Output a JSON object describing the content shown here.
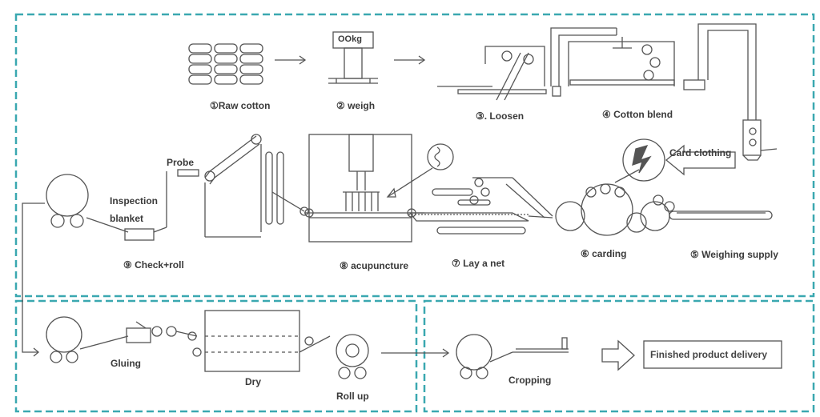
{
  "colors": {
    "frame": "#3aa8b0",
    "line": "#555555",
    "text": "#3a3a3a"
  },
  "stages": [
    "①Raw cotton",
    "② weigh",
    "③. Loosen",
    "④ Cotton blend",
    "⑤ Weighing supply",
    "⑥ carding",
    "⑦ Lay a net",
    "⑧ acupuncture",
    "⑨ Check+roll"
  ],
  "weigh_display": "OOkg",
  "callouts": {
    "card_clothing": "Card clothing",
    "probe": "Probe",
    "inspection": "Inspection",
    "blanket": "blanket"
  },
  "lower_steps": {
    "gluing": "Gluing",
    "dry": "Dry",
    "roll_up": "Roll up",
    "cropping": "Cropping",
    "finished": "Finished product delivery"
  }
}
